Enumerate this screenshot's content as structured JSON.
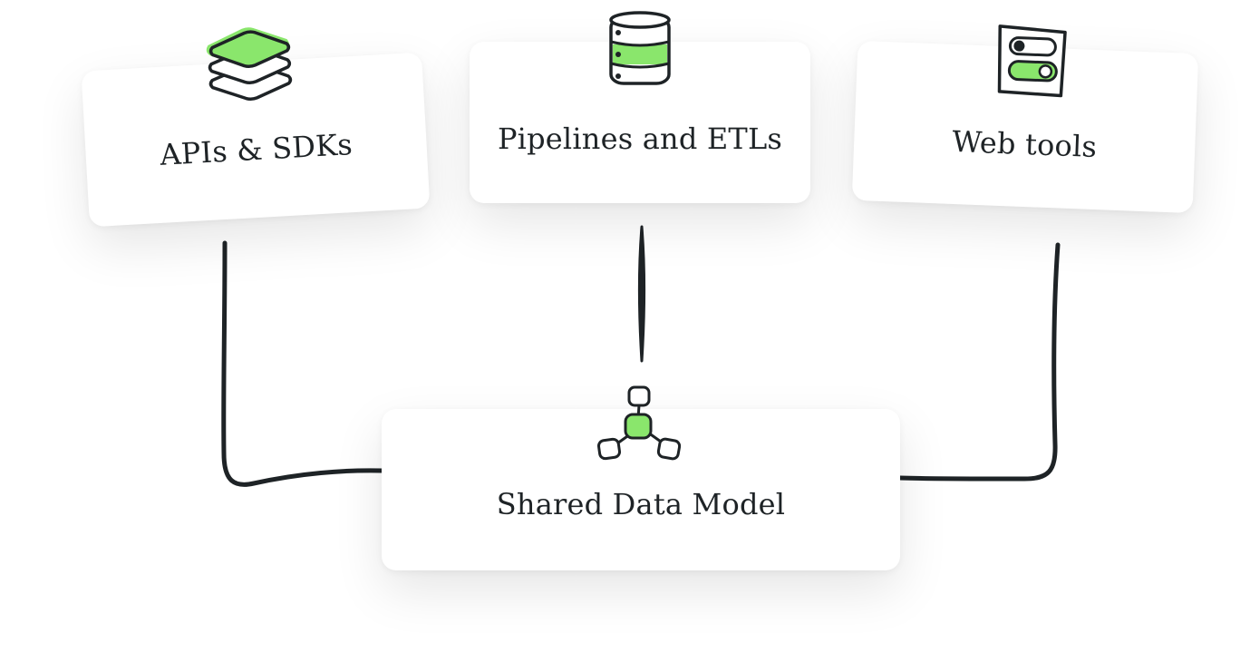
{
  "nodes": {
    "apis": {
      "label": "APIs & SDKs",
      "icon": "stacked-layers-icon"
    },
    "pipelines": {
      "label": "Pipelines and ETLs",
      "icon": "database-icon"
    },
    "web_tools": {
      "label": "Web tools",
      "icon": "toggle-switches-icon"
    },
    "model": {
      "label": "Shared Data Model",
      "icon": "network-nodes-icon"
    }
  },
  "edges": [
    {
      "from": "apis",
      "to": "model"
    },
    {
      "from": "pipelines",
      "to": "model"
    },
    {
      "from": "web_tools",
      "to": "model"
    }
  ],
  "colors": {
    "accent": "#8ae66c",
    "ink": "#1e2326",
    "card": "#ffffff"
  }
}
